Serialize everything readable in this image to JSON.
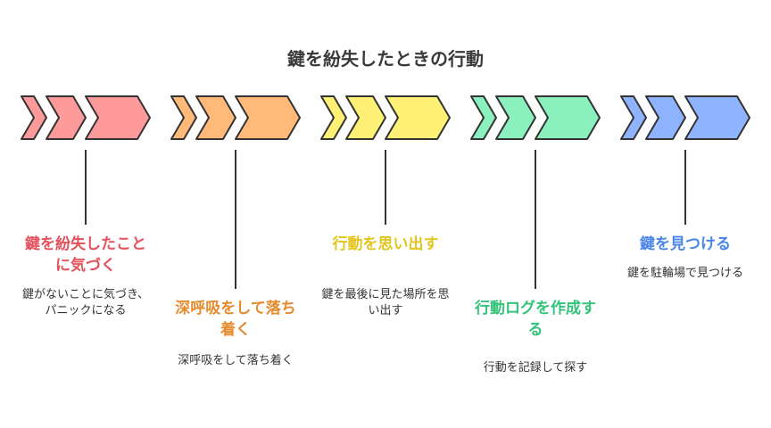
{
  "title": "鍵を紛失したときの行動",
  "steps": [
    {
      "title": "鍵を紛失したことに気づく",
      "desc": "鍵がないことに気づき、パニックになる",
      "fill": "#fe9a9a",
      "text_color": "#e4515b"
    },
    {
      "title": "深呼吸をして落ち着く",
      "desc": "深呼吸をして落ち着く",
      "fill": "#ffba7a",
      "text_color": "#e68a2e"
    },
    {
      "title": "行動を思い出す",
      "desc": "鍵を最後に見た場所を思い出す",
      "fill": "#fff176",
      "text_color": "#e4c51e"
    },
    {
      "title": "行動ログを作成する",
      "desc": "行動を記録して探す",
      "fill": "#8af0bd",
      "text_color": "#34c37a"
    },
    {
      "title": "鍵を見つける",
      "desc": "鍵を駐輪場で見つける",
      "fill": "#8fb4ff",
      "text_color": "#4a86e8"
    }
  ]
}
